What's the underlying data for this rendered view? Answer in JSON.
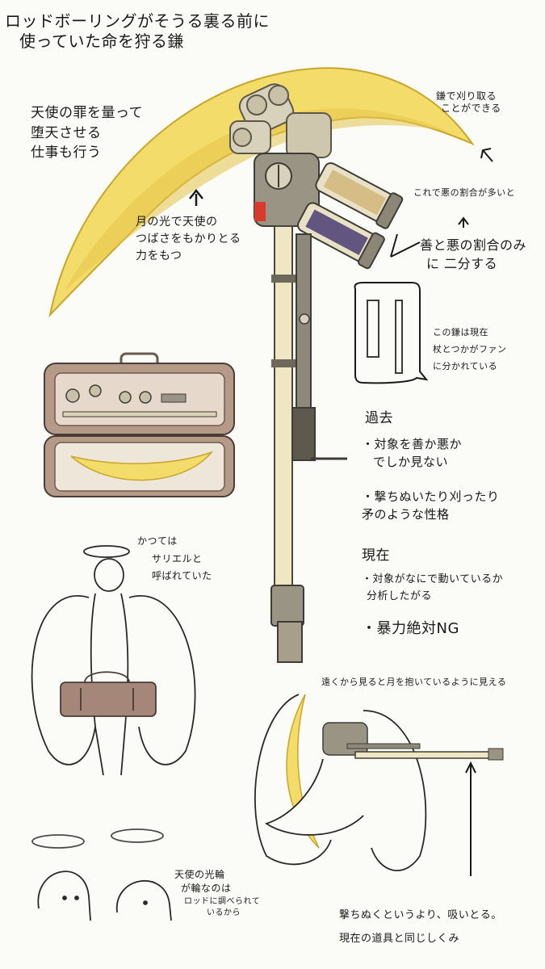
{
  "notes": {
    "title": [
      "ロッドボーリングがそうる裏る前に",
      "使っていた命を狩る鎌"
    ],
    "angel_sin": [
      "天使の罪を量って",
      "堕天させる",
      "仕事も行う"
    ],
    "moonlight": [
      "月の光で天使の",
      "つばさをもかりとる",
      "力をもつ"
    ],
    "reap": [
      "鎌で刈り取る",
      "ことができる"
    ],
    "evil_ratio": "これで悪の割合が多いと",
    "good_evil": [
      "善と悪の割合のみ",
      "に 二分する"
    ],
    "split": [
      "この鎌は現在",
      "杖とつかがファン",
      "に分かれている"
    ],
    "past_head": "過去",
    "past_1": [
      "・対象を善か悪か",
      "でしか見ない"
    ],
    "past_2": [
      "・撃ちぬいたり刈ったり",
      "矛のような性格"
    ],
    "now_head": "現在",
    "now_1": [
      "・対象がなにで動いているか",
      "分析したがる"
    ],
    "now_2": "・暴力絶対NG",
    "sariel": [
      "かつては",
      "サリエルと",
      "呼ばれていた"
    ],
    "far_moon": "遠くから見ると月を抱いているように見える",
    "halo": [
      "天使の光輪",
      "が輪なのは",
      "ロッドに調べられて",
      "いるから"
    ],
    "shoot": [
      "撃ちぬくというより、吸いとる。",
      "現在の道具と同じしくみ"
    ]
  },
  "palette": {
    "blade": "#f3dc6a",
    "blade_shade": "#d9b93a",
    "metal": "#7b7668",
    "metal_light": "#d8d2bc",
    "shaft": "#efe6c4",
    "dark": "#3f3c36",
    "case": "#b59a88",
    "case_inner": "#e6d9cc",
    "bag": "#a5877a",
    "red": "#d93a2c",
    "purple": "#4a3c73"
  }
}
